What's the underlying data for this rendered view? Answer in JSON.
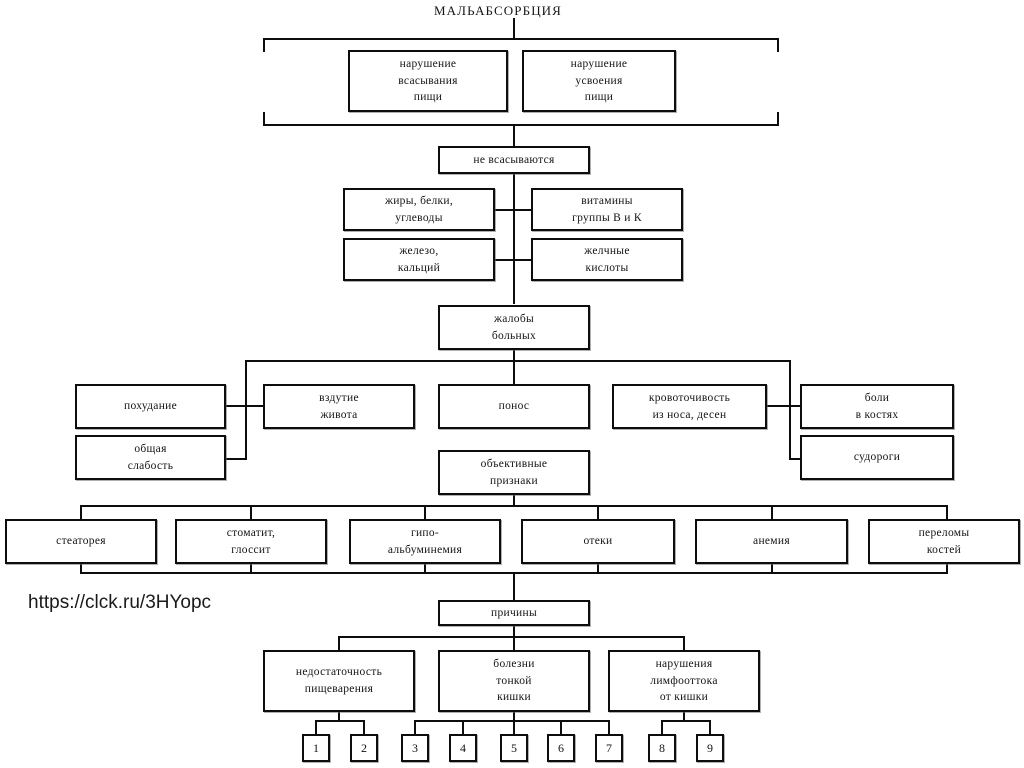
{
  "diagram": {
    "title": "МАЛЬАБСОРБЦИЯ",
    "watermark": "https://clck.ru/3HYopc",
    "colors": {
      "line": "#0d0d0d",
      "box_border": "#0d0d0d",
      "background": "#ffffff",
      "text": "#141414"
    },
    "level_causes_top": {
      "left": {
        "line1": "нарушение",
        "line2": "всасывания",
        "line3": "пищи"
      },
      "right": {
        "line1": "нарушение",
        "line2": "усвоения",
        "line3": "пищи"
      }
    },
    "not_absorbed": {
      "label": "не всасываются"
    },
    "substances": [
      {
        "line1": "жиры, белки,",
        "line2": "углеводы"
      },
      {
        "line1": "витамины",
        "line2": "группы В и К"
      },
      {
        "line1": "железо,",
        "line2": "кальций"
      },
      {
        "line1": "желчные",
        "line2": "кислоты"
      }
    ],
    "complaints_header": {
      "line1": "жалобы",
      "line2": "больных"
    },
    "complaints": [
      {
        "line1": "похудание"
      },
      {
        "line1": "вздутие",
        "line2": "живота"
      },
      {
        "line1": "понос"
      },
      {
        "line1": "кровоточивость",
        "line2": "из носа, десен"
      },
      {
        "line1": "боли",
        "line2": "в костях"
      },
      {
        "line1": "общая",
        "line2": "слабость"
      },
      {
        "line1": "судороги"
      }
    ],
    "objective_header": {
      "line1": "объективные",
      "line2": "признаки"
    },
    "objective_signs": [
      {
        "line1": "стеаторея"
      },
      {
        "line1": "стоматит,",
        "line2": "глоссит"
      },
      {
        "line1": "гипо-",
        "line2": "альбуминемия"
      },
      {
        "line1": "отеки"
      },
      {
        "line1": "анемия"
      },
      {
        "line1": "переломы",
        "line2": "костей"
      }
    ],
    "causes_header": {
      "label": "причины"
    },
    "causes": [
      {
        "line1": "недостаточность",
        "line2": "пищеварения"
      },
      {
        "line1": "болезни",
        "line2": "тонкой",
        "line3": "кишки"
      },
      {
        "line1": "нарушения",
        "line2": "лимфооттока",
        "line3": "от кишки"
      }
    ],
    "numbered_items": [
      "1",
      "2",
      "3",
      "4",
      "5",
      "6",
      "7",
      "8",
      "9"
    ]
  }
}
